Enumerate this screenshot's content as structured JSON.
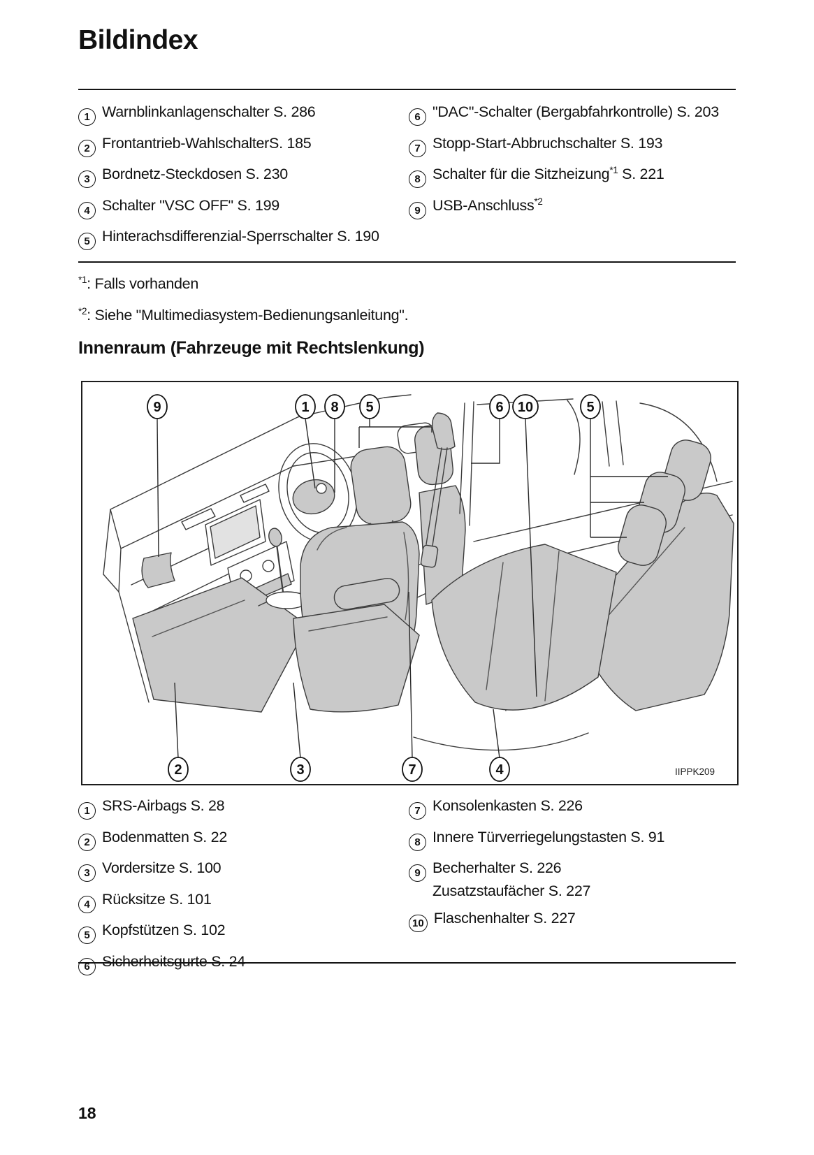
{
  "page": {
    "title": "Bildindex",
    "section_heading": "Innenraum (Fahrzeuge mit Rechtslenkung)",
    "page_number": "18"
  },
  "colors": {
    "seat_fill": "#c9c9c9",
    "line": "#3c3c3c",
    "text": "#111111"
  },
  "index_top": {
    "left": [
      {
        "num": "1",
        "pre": "Warnblinkanlagenschalter S. 286"
      },
      {
        "num": "2",
        "pre": "Frontantrieb-WahlschalterS. 185"
      },
      {
        "num": "3",
        "pre": "Bordnetz-Steckdosen S. 230"
      },
      {
        "num": "4",
        "pre": "Schalter \"VSC OFF\" S. 199"
      },
      {
        "num": "5",
        "pre": "Hinterachsdifferenzial-Sperrschalter S. 190"
      }
    ],
    "right": [
      {
        "num": "6",
        "pre": "\"DAC\"-Schalter (Bergabfahrkontrolle) S. 203"
      },
      {
        "num": "7",
        "pre": "Stopp-Start-Abbruchschalter S. 193"
      },
      {
        "num": "8",
        "pre": "Schalter für die Sitzheizung",
        "sup": "*1",
        "post": " S. 221"
      },
      {
        "num": "9",
        "pre": "USB-Anschluss",
        "sup": "*2"
      }
    ]
  },
  "footnotes": [
    {
      "sup": "*1",
      "text": ": Falls vorhanden"
    },
    {
      "sup": "*2",
      "text": ": Siehe \"Multimediasystem-Bedienungsanleitung\"."
    }
  ],
  "figure": {
    "code": "IIPPK209",
    "callouts_top": [
      "9",
      "1",
      "8",
      "5",
      "6",
      "10",
      "5"
    ],
    "callouts_bottom": [
      "2",
      "3",
      "7",
      "4"
    ]
  },
  "index_bottom": {
    "left": [
      {
        "num": "1",
        "pre": "SRS-Airbags S. 28"
      },
      {
        "num": "2",
        "pre": "Bodenmatten S. 22"
      },
      {
        "num": "3",
        "pre": "Vordersitze S. 100"
      },
      {
        "num": "4",
        "pre": "Rücksitze S. 101"
      },
      {
        "num": "5",
        "pre": "Kopfstützen S. 102"
      },
      {
        "num": "6",
        "pre": "Sicherheitsgurte S. 24"
      }
    ],
    "right": [
      {
        "num": "7",
        "pre": "Konsolenkasten S. 226"
      },
      {
        "num": "8",
        "pre": "Innere Türverriegelungstasten S. 91"
      },
      {
        "num": "9",
        "pre": "Becherhalter S. 226",
        "line2": "Zusatzstaufächer S. 227"
      },
      {
        "num": "10",
        "pre": "Flaschenhalter S. 227"
      }
    ]
  }
}
